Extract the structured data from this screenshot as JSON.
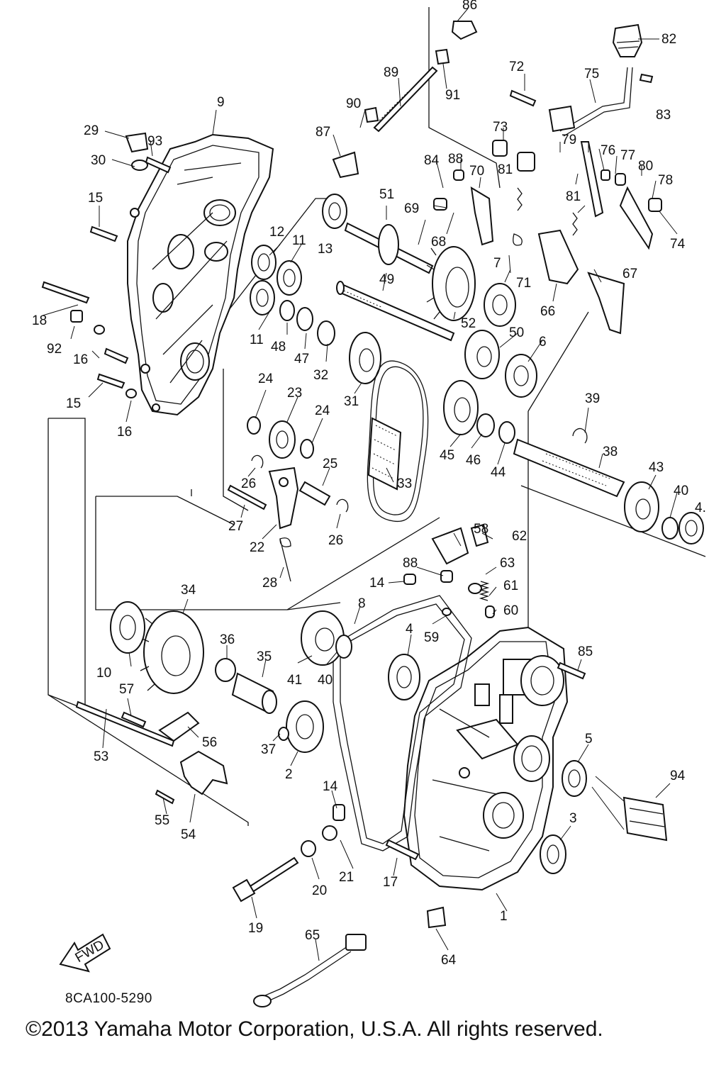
{
  "diagram": {
    "drawing_code": "8CA100-5290",
    "copyright": "©2013 Yamaha Motor Corporation, U.S.A. All rights reserved.",
    "direction_marker": "FWD",
    "callouts": [
      "1",
      "2",
      "3",
      "4",
      "5",
      "6",
      "7",
      "8",
      "9",
      "10",
      "11",
      "11",
      "12",
      "13",
      "14",
      "14",
      "15",
      "15",
      "16",
      "16",
      "17",
      "18",
      "19",
      "20",
      "21",
      "22",
      "23",
      "24",
      "24",
      "25",
      "26",
      "26",
      "27",
      "28",
      "29",
      "30",
      "31",
      "32",
      "33",
      "34",
      "35",
      "36",
      "37",
      "38",
      "39",
      "40",
      "40",
      "41",
      "43",
      "44",
      "45",
      "46",
      "47",
      "48",
      "49",
      "50",
      "51",
      "52",
      "53",
      "54",
      "55",
      "56",
      "57",
      "58",
      "59",
      "60",
      "61",
      "62",
      "63",
      "64",
      "65",
      "66",
      "67",
      "68",
      "69",
      "70",
      "71",
      "72",
      "73",
      "74",
      "75",
      "76",
      "77",
      "78",
      "79",
      "80",
      "81",
      "81",
      "82",
      "83",
      "84",
      "85",
      "86",
      "87",
      "88",
      "88",
      "89",
      "90",
      "91",
      "92",
      "93",
      "94",
      "4."
    ]
  }
}
